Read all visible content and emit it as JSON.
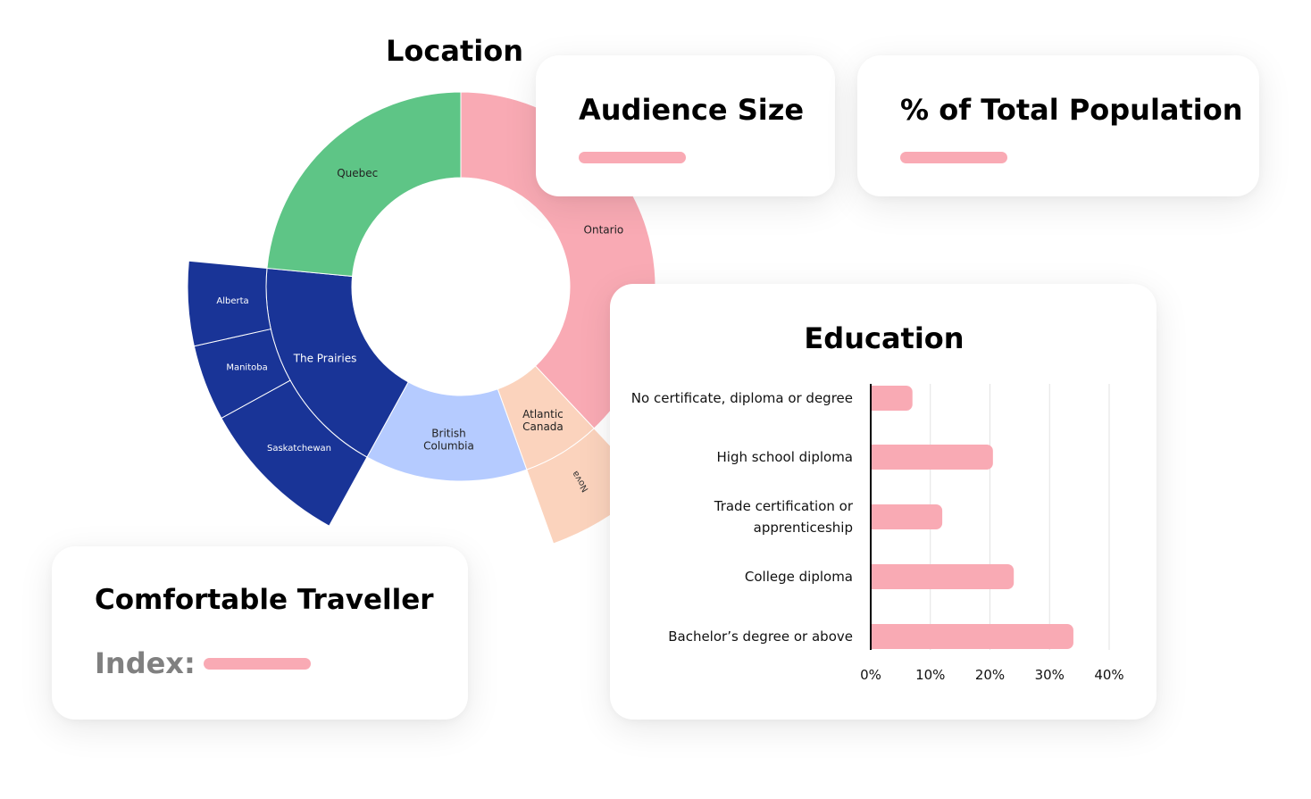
{
  "colors": {
    "accent_pink": "#f9aab4",
    "quebec": "#5ec586",
    "ontario": "#f9aab4",
    "prairies": "#193497",
    "british_columbia": "#b5cbff",
    "atlantic": "#fbd3bd",
    "text_gray": "#808080"
  },
  "cards": {
    "audience_size": {
      "title": "Audience Size"
    },
    "total_population": {
      "title": "% of Total Population"
    },
    "comfortable_traveller": {
      "title": "Comfortable Traveller",
      "index_label": "Index:"
    }
  },
  "chart_data": [
    {
      "type": "sunburst",
      "title": "Location",
      "inner": [
        {
          "name": "Ontario",
          "share": 0.38,
          "color": "#f9aab4"
        },
        {
          "name": "Atlantic Canada",
          "share": 0.065,
          "color": "#fbd3bd"
        },
        {
          "name": "British Columbia",
          "share": 0.135,
          "color": "#b5cbff"
        },
        {
          "name": "The Prairies",
          "share": 0.185,
          "color": "#193497"
        },
        {
          "name": "Quebec",
          "share": 0.235,
          "color": "#5ec586"
        }
      ],
      "outer": [
        {
          "parent": "Atlantic Canada",
          "name": "Nova",
          "share": 0.065
        },
        {
          "parent": "The Prairies",
          "name": "Saskatchewan",
          "share": 0.09
        },
        {
          "parent": "The Prairies",
          "name": "Manitoba",
          "share": 0.045
        },
        {
          "parent": "The Prairies",
          "name": "Alberta",
          "share": 0.05
        }
      ]
    },
    {
      "type": "bar",
      "orientation": "horizontal",
      "title": "Education",
      "categories": [
        "No certificate, diploma or degree",
        "High school diploma",
        "Trade certification or apprenticeship",
        "College diploma",
        "Bachelor’s degree or above"
      ],
      "category_lines": [
        [
          "No certificate, diploma or degree"
        ],
        [
          "High school diploma"
        ],
        [
          "Trade certification or",
          "apprenticeship"
        ],
        [
          "College diploma"
        ],
        [
          "Bachelor’s degree or above"
        ]
      ],
      "values": [
        7,
        20.5,
        12,
        24,
        34
      ],
      "xlim": [
        0,
        40
      ],
      "xticks": [
        "0%",
        "10%",
        "20%",
        "30%",
        "40%"
      ],
      "grid": true,
      "bar_color": "#f9aab4"
    }
  ]
}
